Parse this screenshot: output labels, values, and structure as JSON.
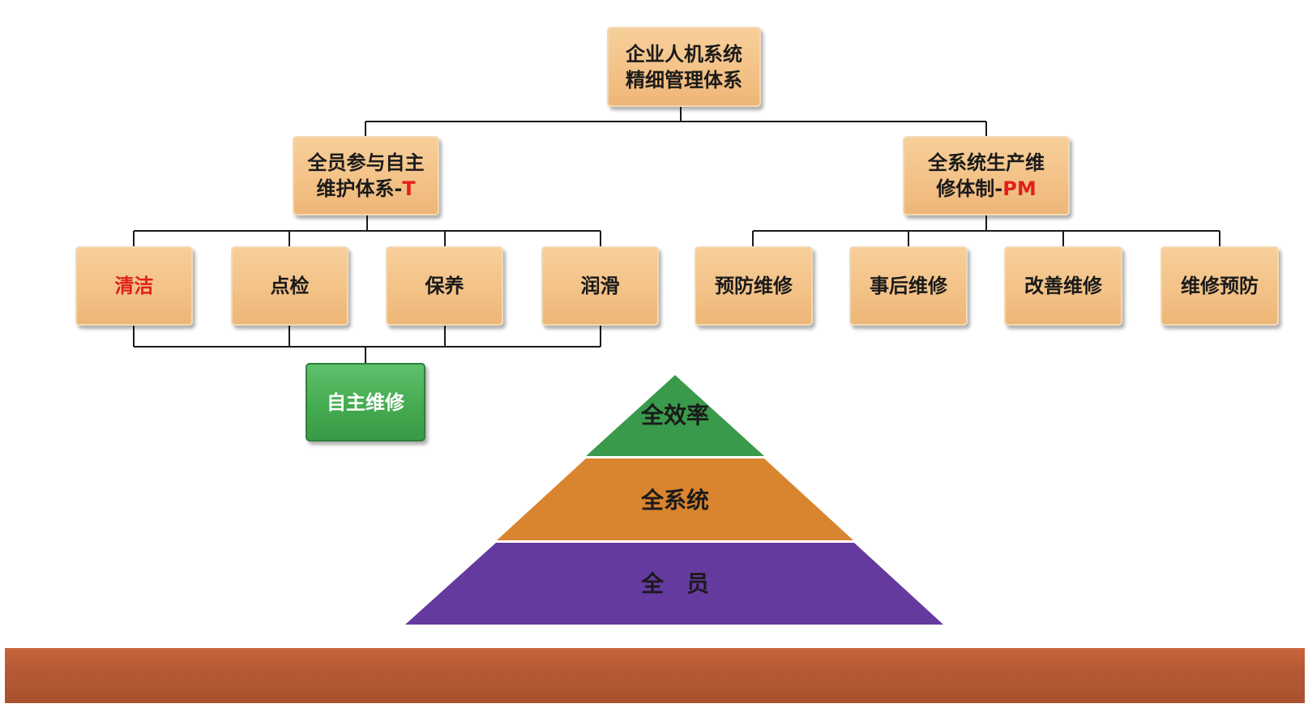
{
  "root": {
    "line1": "企业人机系统",
    "line2": "精细管理体系"
  },
  "branch_left": {
    "line1": "全员参与自主",
    "line2_prefix": "维护体系-",
    "line2_suffix": "T"
  },
  "branch_right": {
    "line1": "全系统生产维",
    "line2_prefix": "修体制-",
    "line2_suffix": "PM"
  },
  "left_children": [
    "清洁",
    "点检",
    "保养",
    "润滑"
  ],
  "right_children": [
    "预防维修",
    "事后维修",
    "改善维修",
    "维修预防"
  ],
  "autonomous": "自主维修",
  "pyramid": {
    "top": "全效率",
    "middle": "全系统",
    "bottom": "全　员"
  },
  "colors": {
    "node_fill": "#f3c287",
    "highlight_text": "#e0201b",
    "autonomous_fill": "#43a94f",
    "pyramid_top": "#3a9a4c",
    "pyramid_middle": "#d9842f",
    "pyramid_bottom": "#653a9e",
    "ground": "#b65a35"
  }
}
